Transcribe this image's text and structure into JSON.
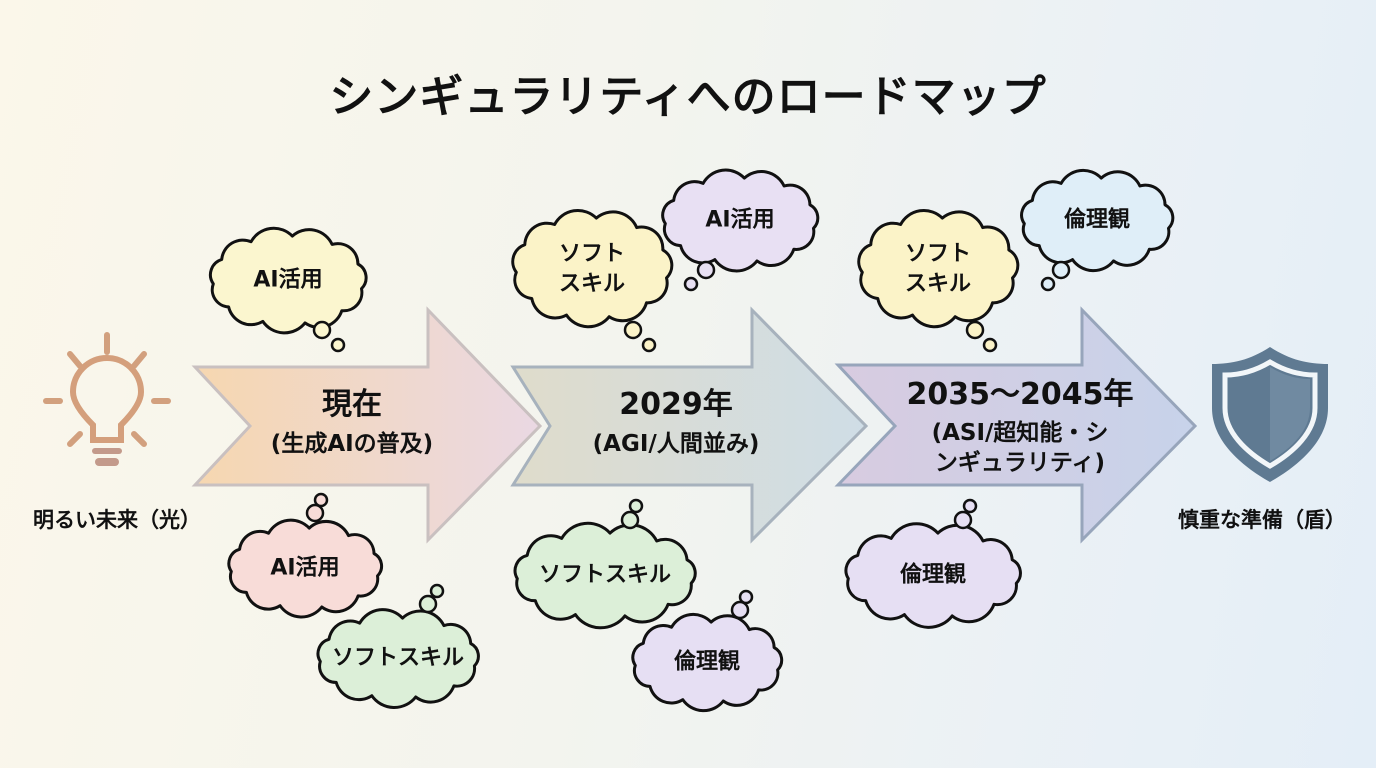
{
  "title": "シンギュラリティへのロードマップ",
  "left_icon": {
    "icon": "lightbulb-icon",
    "label": "明るい未来（光）",
    "color": "#d9a47e"
  },
  "right_icon": {
    "icon": "shield-icon",
    "label": "慎重な準備（盾）",
    "color": "#5f7a92"
  },
  "stages": [
    {
      "main": "現在",
      "sub": "(生成AIの普及)"
    },
    {
      "main": "2029年",
      "sub": "(AGI/人間並み)"
    },
    {
      "main": "2035〜2045年",
      "sub": "(ASI/超知能・シ",
      "sub2": "ンギュラリティ)"
    }
  ],
  "clouds": [
    {
      "text": "AI活用",
      "color": "#fbf6cf"
    },
    {
      "text": "ソフト",
      "text2": "スキル",
      "color": "#fbf3c8"
    },
    {
      "text": "AI活用",
      "color": "#e8e0f3"
    },
    {
      "text": "ソフト",
      "text2": "スキル",
      "color": "#fbf3c8"
    },
    {
      "text": "倫理観",
      "color": "#dfeef8"
    },
    {
      "text": "AI活用",
      "color": "#f8dcd8"
    },
    {
      "text": "ソフトスキル",
      "color": "#dcefd8"
    },
    {
      "text": "ソフトスキル",
      "color": "#dcefd8"
    },
    {
      "text": "倫理観",
      "color": "#e6dff3"
    },
    {
      "text": "倫理観",
      "color": "#e6dff3"
    }
  ]
}
